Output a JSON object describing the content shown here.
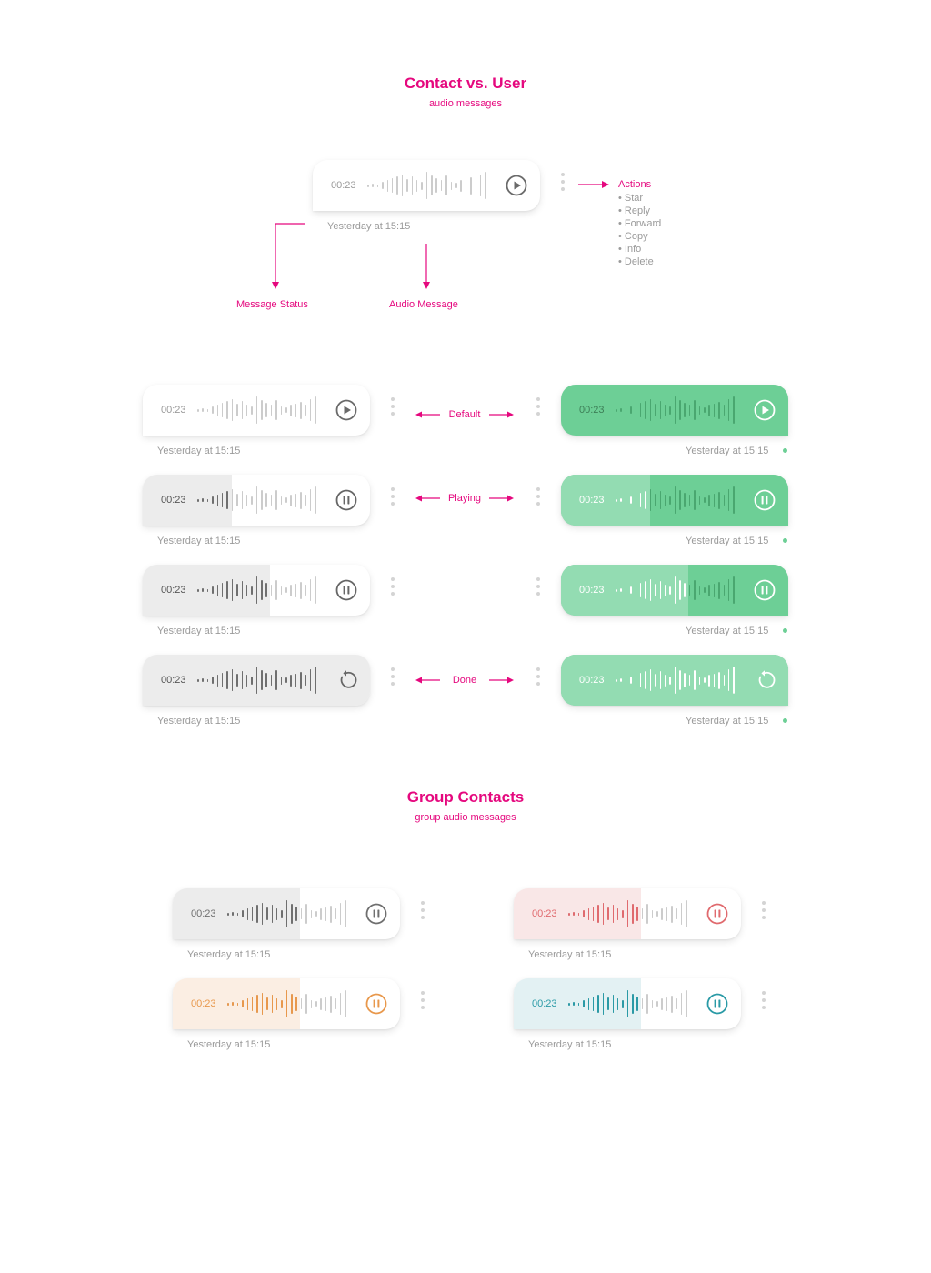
{
  "sections": {
    "top_title": "Contact vs. User",
    "top_subtitle": "audio messages",
    "group_title": "Group Contacts",
    "group_subtitle": "group audio messages"
  },
  "anatomy": {
    "time": "00:23",
    "timestamp": "Yesterday at 15:15",
    "message_status_label": "Message Status",
    "audio_message_label": "Audio Message",
    "actions_title": "Actions",
    "actions": [
      "• Star",
      "• Reply",
      "• Forward",
      "• Copy",
      "• Info",
      "• Delete"
    ],
    "control_icon": "play-icon",
    "more_icon": "more-vertical-icon"
  },
  "states": [
    {
      "label": "Default",
      "contact": {
        "time": "00:23",
        "timestamp": "Yesterday at 15:15",
        "progress": 0,
        "control_icon": "play-icon"
      },
      "user": {
        "time": "00:23",
        "timestamp": "Yesterday at 15:15",
        "progress": 0,
        "control_icon": "play-icon"
      }
    },
    {
      "label": "Playing",
      "contact": {
        "time": "00:23",
        "timestamp": "Yesterday at 15:15",
        "progress": 0.39,
        "control_icon": "pause-icon"
      },
      "user": {
        "time": "00:23",
        "timestamp": "Yesterday at 15:15",
        "progress": 0.39,
        "control_icon": "pause-icon"
      }
    },
    {
      "label": "",
      "contact": {
        "time": "00:23",
        "timestamp": "Yesterday at 15:15",
        "progress": 0.56,
        "control_icon": "pause-icon"
      },
      "user": {
        "time": "00:23",
        "timestamp": "Yesterday at 15:15",
        "progress": 0.56,
        "control_icon": "pause-icon"
      }
    },
    {
      "label": "Done",
      "contact": {
        "time": "00:23",
        "timestamp": "Yesterday at 15:15",
        "progress": 1,
        "control_icon": "replay-icon"
      },
      "user": {
        "time": "00:23",
        "timestamp": "Yesterday at 15:15",
        "progress": 1,
        "control_icon": "replay-icon"
      }
    }
  ],
  "group": [
    {
      "time": "00:23",
      "timestamp": "Yesterday at 15:15",
      "progress": 0.56,
      "control_icon": "pause-icon",
      "accent": "#6f6f6f",
      "tint": "#ececec"
    },
    {
      "time": "00:23",
      "timestamp": "Yesterday at 15:15",
      "progress": 0.56,
      "control_icon": "pause-icon",
      "accent": "#e06a6e",
      "tint": "#f9e7e7"
    },
    {
      "time": "00:23",
      "timestamp": "Yesterday at 15:15",
      "progress": 0.56,
      "control_icon": "pause-icon",
      "accent": "#e8984c",
      "tint": "#fbeee3"
    },
    {
      "time": "00:23",
      "timestamp": "Yesterday at 15:15",
      "progress": 0.56,
      "control_icon": "pause-icon",
      "accent": "#2a9aa6",
      "tint": "#e3f1f3"
    }
  ],
  "colors": {
    "annotation": "#e5087e",
    "user_bubble": "#6dcf96",
    "user_bubble_light": "#93dcb2",
    "contact_played": "#ececec",
    "status_dot": "#6dcf96",
    "inactive_wave": "#cccccc"
  }
}
